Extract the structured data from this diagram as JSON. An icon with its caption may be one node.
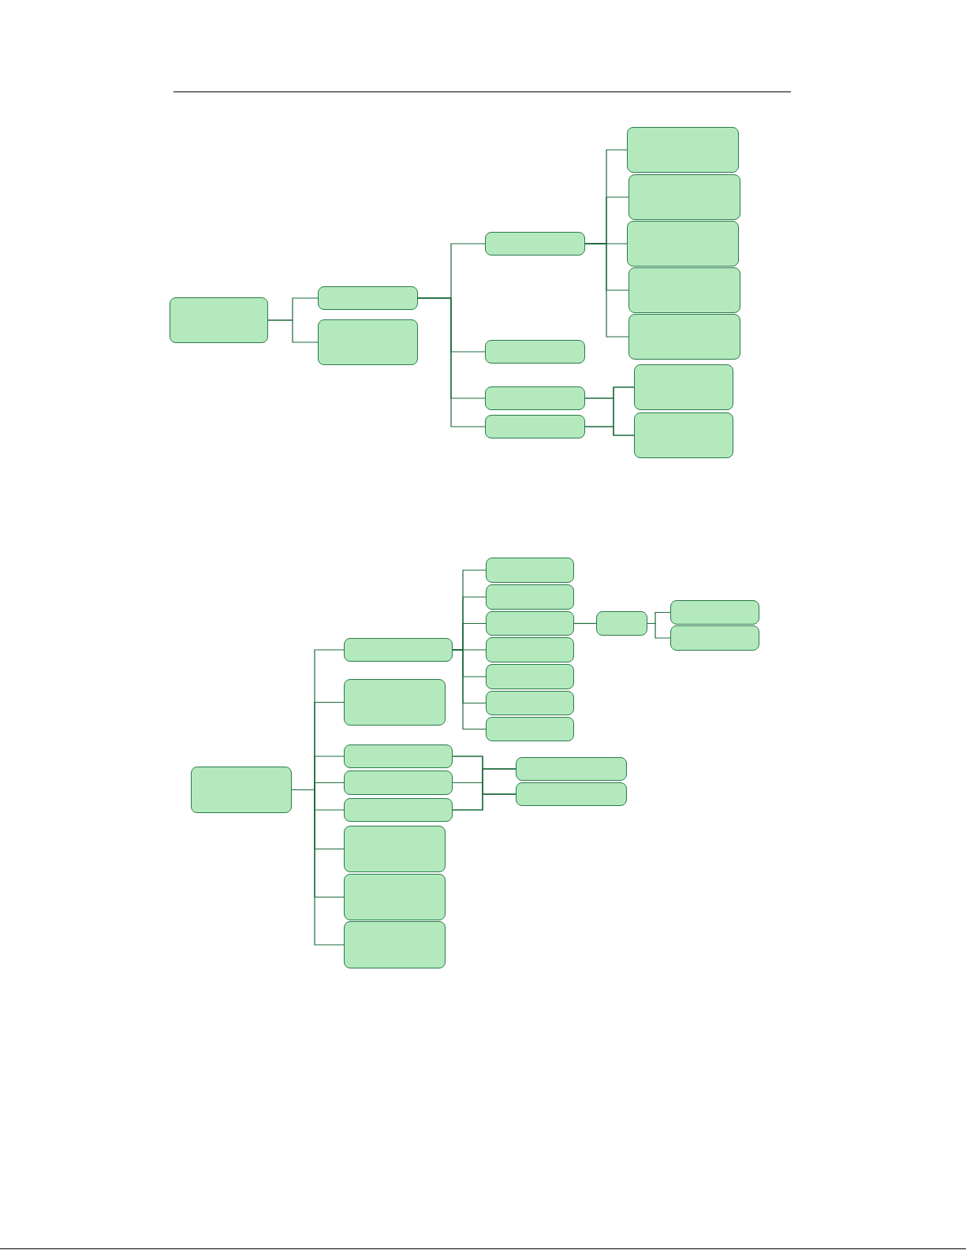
{
  "diagram": {
    "nodes": [
      {
        "text": [],
        "shape": "box"
      },
      {
        "text": [],
        "shape": "box"
      },
      {
        "text": [],
        "shape": "box"
      },
      {
        "text": [],
        "shape": "box"
      },
      {
        "text": [],
        "shape": "box"
      },
      {
        "text": [],
        "shape": "box"
      },
      {
        "text": [],
        "shape": "box"
      },
      {
        "text": [],
        "shape": "box"
      },
      {
        "text": [],
        "shape": "box"
      },
      {
        "text": [],
        "shape": "box"
      },
      {
        "text": [],
        "shape": "box"
      },
      {
        "text": [],
        "shape": "box"
      },
      {
        "text": [],
        "shape": "box"
      },
      {
        "text": [],
        "shape": "box"
      },
      {
        "text": [],
        "shape": "box"
      },
      {
        "text": [],
        "shape": "box"
      },
      {
        "text": [],
        "shape": "box"
      },
      {
        "text": [],
        "shape": "box"
      },
      {
        "text": [],
        "shape": "box"
      },
      {
        "text": [],
        "shape": "box"
      },
      {
        "text": [],
        "shape": "box"
      },
      {
        "text": [],
        "shape": "box"
      },
      {
        "text": [],
        "shape": "box"
      },
      {
        "text": [],
        "shape": "box"
      },
      {
        "text": [],
        "shape": "box"
      },
      {
        "text": [],
        "shape": "box"
      },
      {
        "text": [],
        "shape": "box"
      },
      {
        "text": [],
        "shape": "box"
      },
      {
        "text": [],
        "shape": "box"
      },
      {
        "text": [],
        "shape": "box"
      },
      {
        "text": [],
        "shape": "box"
      },
      {
        "text": [],
        "shape": "box"
      },
      {
        "text": [],
        "shape": "box"
      },
      {
        "text": [],
        "shape": "box"
      },
      {
        "text": [],
        "shape": "box"
      }
    ],
    "edges": [
      {
        "from": 0,
        "to": 1,
        "arrow": "none"
      },
      {
        "from": 0,
        "to": 2,
        "arrow": "none"
      },
      {
        "from": 1,
        "to": 3,
        "arrow": "none"
      },
      {
        "from": 1,
        "to": 4,
        "arrow": "none"
      },
      {
        "from": 1,
        "to": 5,
        "arrow": "none"
      },
      {
        "from": 1,
        "to": 6,
        "arrow": "none"
      },
      {
        "from": 3,
        "to": 7,
        "arrow": "none"
      },
      {
        "from": 3,
        "to": 8,
        "arrow": "none"
      },
      {
        "from": 3,
        "to": 9,
        "arrow": "none"
      },
      {
        "from": 3,
        "to": 10,
        "arrow": "none"
      },
      {
        "from": 3,
        "to": 11,
        "arrow": "none"
      },
      {
        "from": 5,
        "to": 12,
        "arrow": "none"
      },
      {
        "from": 5,
        "to": 13,
        "arrow": "none"
      },
      {
        "from": 6,
        "to": 12,
        "arrow": "none"
      },
      {
        "from": 6,
        "to": 13,
        "arrow": "none"
      },
      {
        "from": 14,
        "to": 15,
        "arrow": "none"
      },
      {
        "from": 14,
        "to": 16,
        "arrow": "none"
      },
      {
        "from": 14,
        "to": 17,
        "arrow": "none"
      },
      {
        "from": 14,
        "to": 18,
        "arrow": "none"
      },
      {
        "from": 14,
        "to": 19,
        "arrow": "none"
      },
      {
        "from": 14,
        "to": 20,
        "arrow": "none"
      },
      {
        "from": 14,
        "to": 21,
        "arrow": "none"
      },
      {
        "from": 14,
        "to": 22,
        "arrow": "none"
      },
      {
        "from": 15,
        "to": 23,
        "arrow": "none"
      },
      {
        "from": 15,
        "to": 24,
        "arrow": "none"
      },
      {
        "from": 15,
        "to": 25,
        "arrow": "none"
      },
      {
        "from": 15,
        "to": 26,
        "arrow": "none"
      },
      {
        "from": 15,
        "to": 27,
        "arrow": "none"
      },
      {
        "from": 15,
        "to": 28,
        "arrow": "none"
      },
      {
        "from": 15,
        "to": 29,
        "arrow": "none"
      },
      {
        "from": 25,
        "to": 30,
        "arrow": "none"
      },
      {
        "from": 30,
        "to": 31,
        "arrow": "none"
      },
      {
        "from": 30,
        "to": 32,
        "arrow": "none"
      },
      {
        "from": 17,
        "to": 33,
        "arrow": "none"
      },
      {
        "from": 17,
        "to": 34,
        "arrow": "none"
      },
      {
        "from": 18,
        "to": 33,
        "arrow": "none"
      },
      {
        "from": 18,
        "to": 34,
        "arrow": "none"
      },
      {
        "from": 19,
        "to": 33,
        "arrow": "none"
      },
      {
        "from": 19,
        "to": 34,
        "arrow": "none"
      }
    ]
  }
}
